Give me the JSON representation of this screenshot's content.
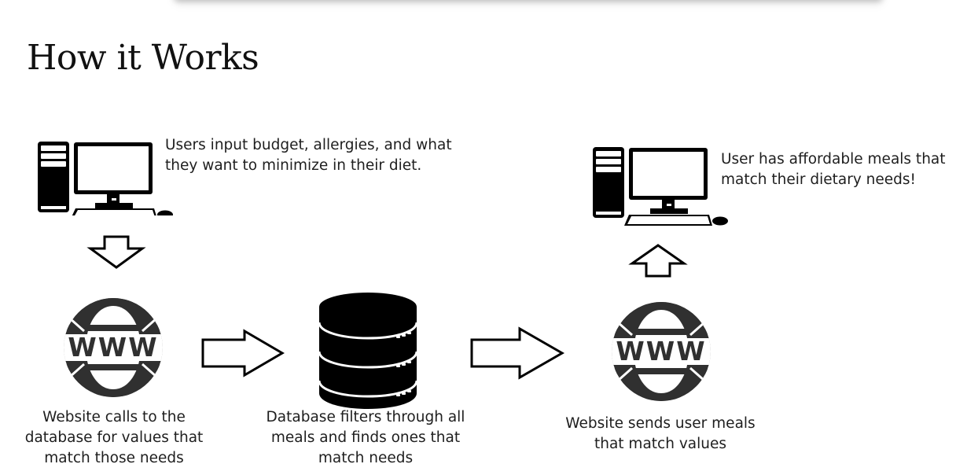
{
  "page": {
    "title": "How it Works"
  },
  "diagram": {
    "steps": [
      {
        "id": "user-input",
        "icon": "desktop-computer-icon",
        "caption": "Users input budget, allergies, and what they want to minimize in their diet.",
        "caption_lines": [
          "Users input budget, allergies, and what",
          "they want to minimize in their diet."
        ]
      },
      {
        "id": "website-calls",
        "icon": "www-globe-icon",
        "caption": "Website calls to the database for values that match those needs",
        "caption_lines": [
          "Website calls to the",
          "database for values that",
          "match those needs"
        ]
      },
      {
        "id": "database-filters",
        "icon": "database-icon",
        "caption": "Database filters through all meals and finds ones that match needs",
        "caption_lines": [
          "Database filters through all",
          "meals and finds ones that",
          "match needs"
        ]
      },
      {
        "id": "website-sends",
        "icon": "www-globe-icon",
        "caption": "Website sends user meals that match values",
        "caption_lines": [
          "Website sends user meals",
          "that match values"
        ]
      },
      {
        "id": "user-result",
        "icon": "desktop-computer-icon",
        "caption": "User has affordable meals that match their dietary needs!",
        "caption_lines": [
          "User has affordable meals that",
          "match their dietary needs!"
        ]
      }
    ],
    "arrows": [
      {
        "from": "user-input",
        "to": "website-calls",
        "direction": "down"
      },
      {
        "from": "website-calls",
        "to": "database-filters",
        "direction": "right"
      },
      {
        "from": "database-filters",
        "to": "website-sends",
        "direction": "right"
      },
      {
        "from": "website-sends",
        "to": "user-result",
        "direction": "up"
      }
    ]
  },
  "colors": {
    "icon_dark": "#303030",
    "icon_black": "#000000",
    "text": "#1e1e1e",
    "background": "#ffffff"
  }
}
